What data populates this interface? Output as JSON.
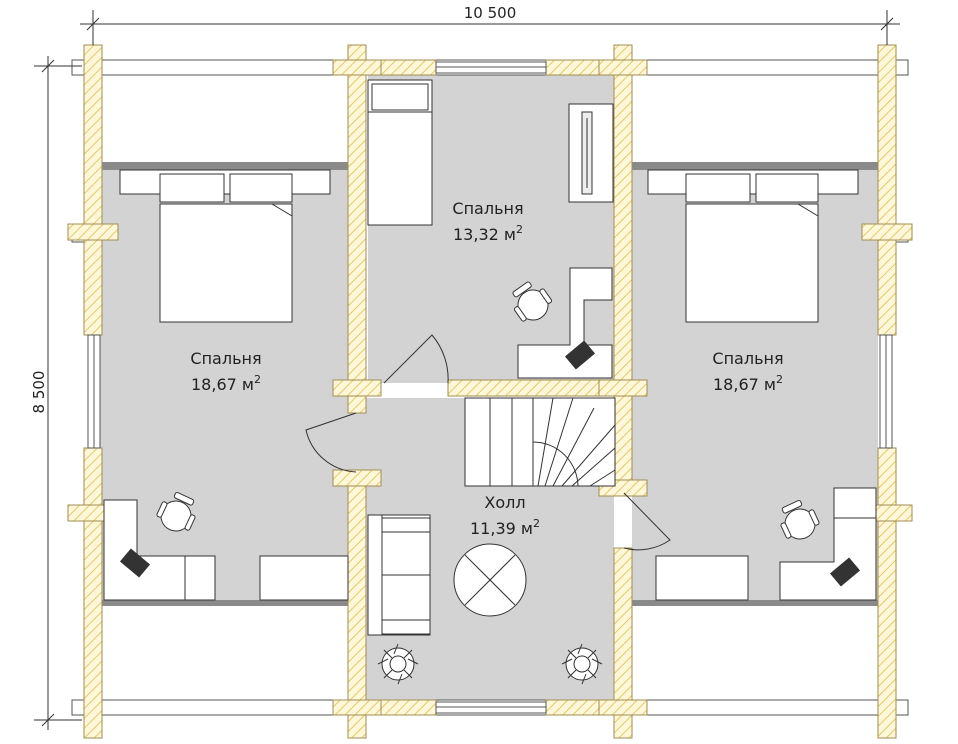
{
  "dimensions": {
    "width": "10 500",
    "height": "8 500"
  },
  "rooms": [
    {
      "id": "bedroom_left",
      "name": "Спальня",
      "area": "18,67",
      "unit": "м",
      "sup": "2"
    },
    {
      "id": "bedroom_center",
      "name": "Спальня",
      "area": "13,32",
      "unit": "м",
      "sup": "2"
    },
    {
      "id": "bedroom_right",
      "name": "Спальня",
      "area": "18,67",
      "unit": "м",
      "sup": "2"
    },
    {
      "id": "hall",
      "name": "Холл",
      "area": "11,39",
      "unit": "м",
      "sup": "2"
    }
  ],
  "colors": {
    "wall_fill": "#fff8d8",
    "wall_hatch": "#e2c870",
    "wall_stroke": "#a08c50",
    "floor": "#d3d3d3",
    "furniture": "#ffffff",
    "line": "#333333"
  }
}
